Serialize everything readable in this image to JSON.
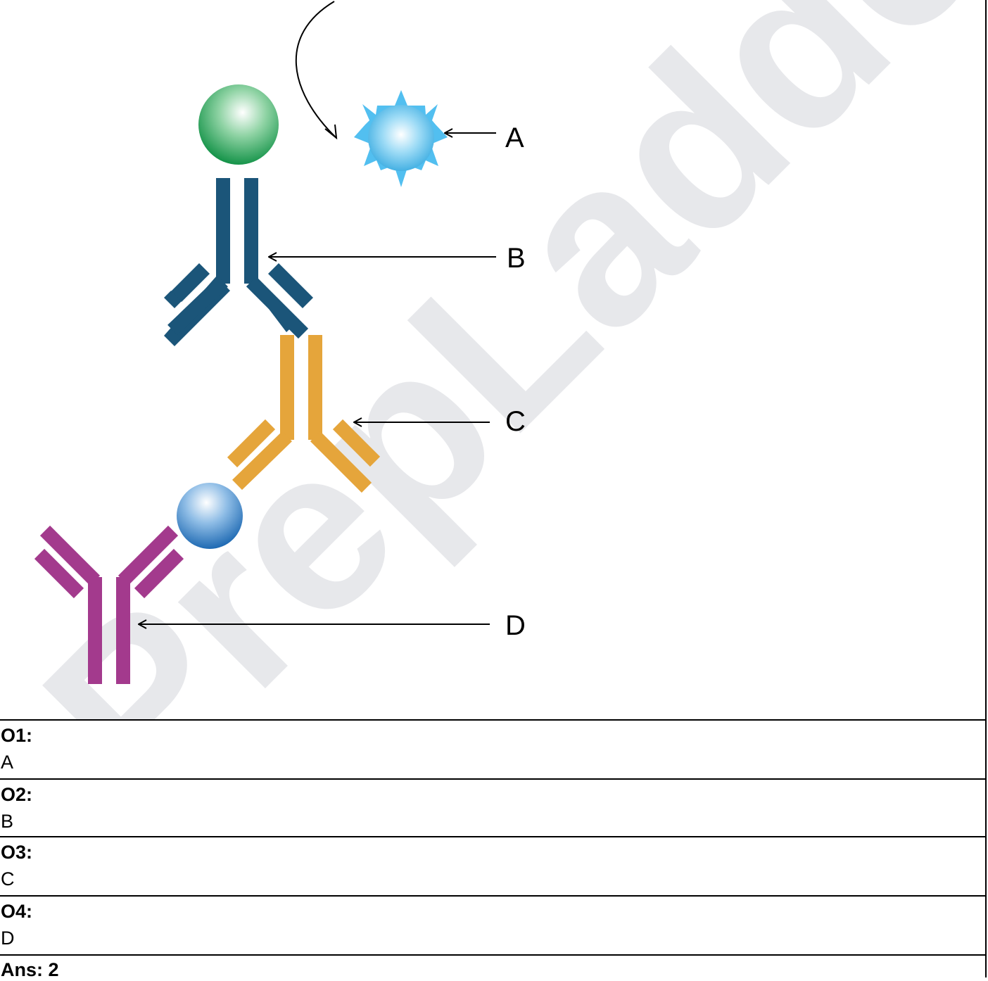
{
  "watermark": "PrepLadder",
  "diagram_labels": {
    "a": "A",
    "b": "B",
    "c": "C",
    "d": "D"
  },
  "colors": {
    "green_sphere": "#1fa45a",
    "spiky_sphere": "#4cbce8",
    "antibody_b": "#1b5579",
    "antibody_c": "#e5a53b",
    "antibody_d": "#a33a8d",
    "blue_sphere": "#2f7cc2"
  },
  "options": [
    {
      "label": "O1:",
      "value": "A"
    },
    {
      "label": "O2:",
      "value": "B"
    },
    {
      "label": "O3:",
      "value": "C"
    },
    {
      "label": "O4:",
      "value": "D"
    }
  ],
  "answer": "Ans: 2"
}
